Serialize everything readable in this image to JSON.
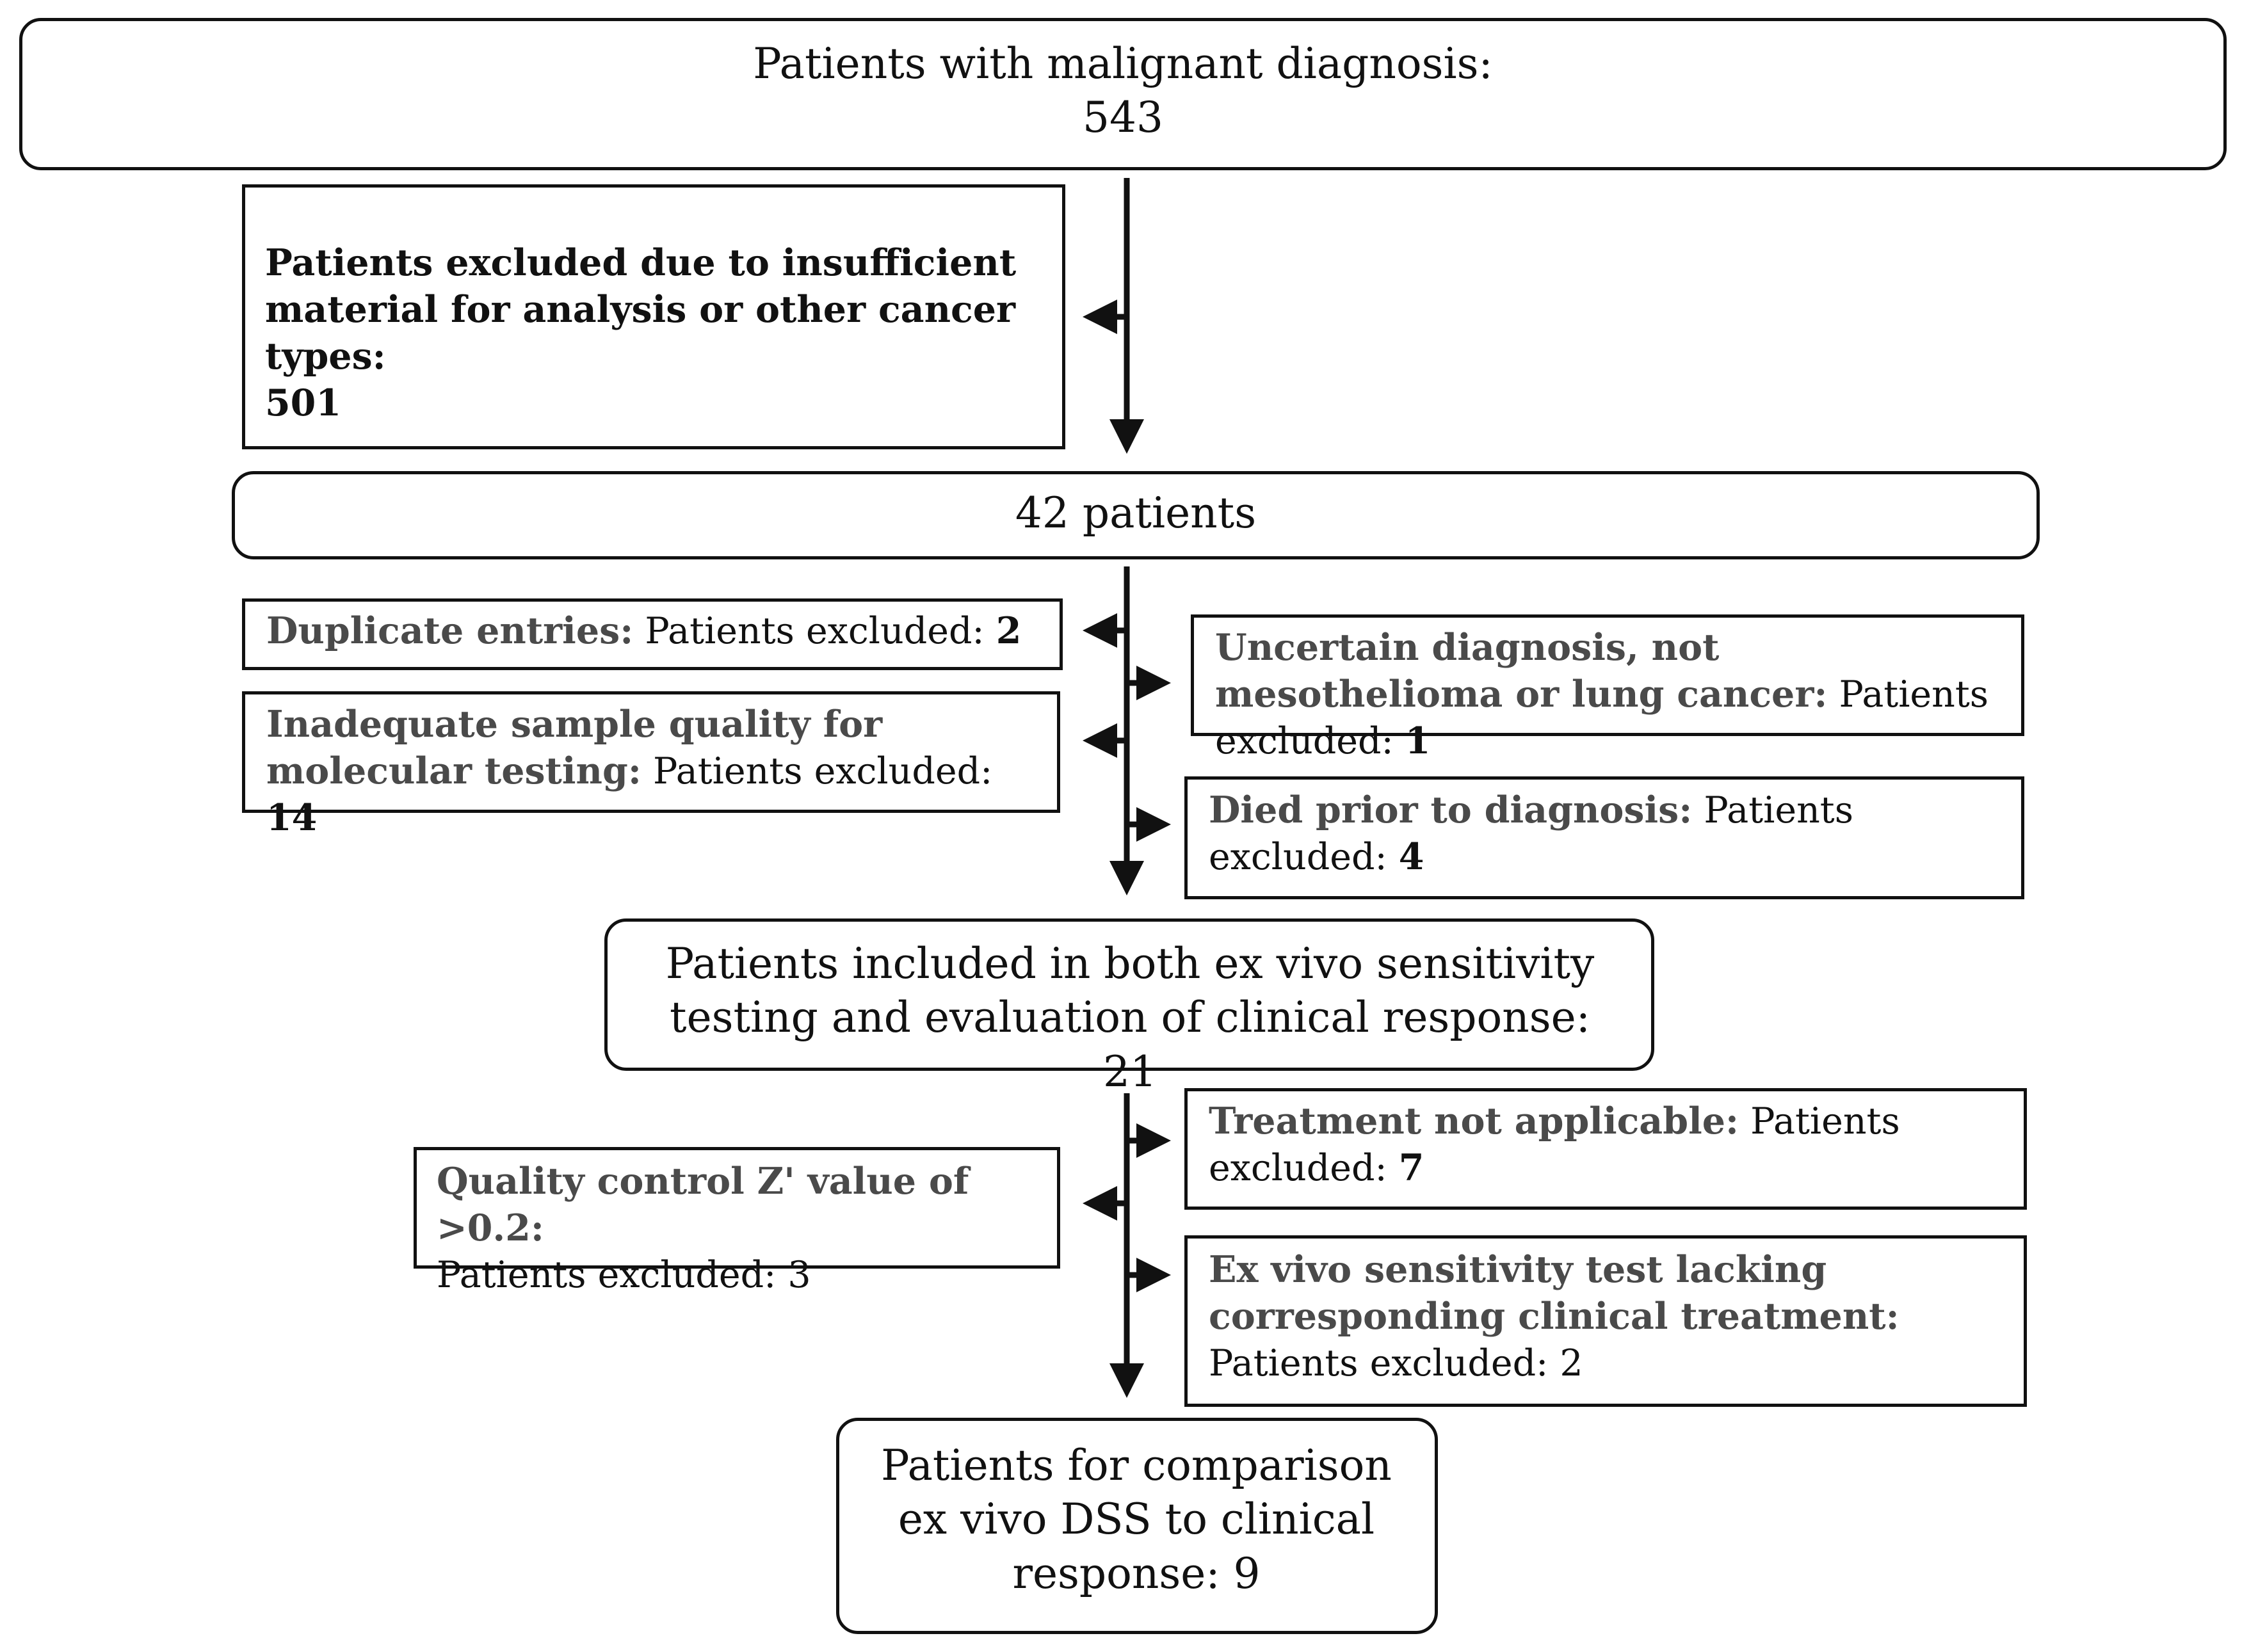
{
  "top": {
    "title": "Patients with malignant diagnosis:",
    "count": "543"
  },
  "excl1": {
    "text": "Patients excluded due to insufficient material for analysis or other cancer types:",
    "count": "501"
  },
  "mid1": {
    "text": "42 patients"
  },
  "dup": {
    "label": "Duplicate entries:",
    "text": " Patients excluded: ",
    "count": "2"
  },
  "inadequate": {
    "label": "Inadequate sample quality for molecular testing:",
    "text": " Patients excluded: ",
    "count": "14"
  },
  "uncertain": {
    "label": "Uncertain diagnosis, not mesothelioma or lung cancer:",
    "text": " Patients excluded: ",
    "count": "1"
  },
  "died": {
    "label": "Died prior to diagnosis:",
    "text": " Patients excluded: ",
    "count": "4"
  },
  "both": {
    "text": "Patients included in both ex vivo sensitivity testing and evaluation of clinical response: 21"
  },
  "qc": {
    "label": "Quality control Z' value of >0.2:",
    "text": "Patients excluded: 3"
  },
  "notapp": {
    "label": "Treatment not applicable:",
    "text": " Patients excluded: ",
    "count": "7"
  },
  "lacking": {
    "label": "Ex vivo sensitivity test lacking corresponding clinical treatment:",
    "text": " Patients excluded: 2"
  },
  "final": {
    "text": "Patients for comparison ex vivo DSS to clinical response: 9"
  }
}
